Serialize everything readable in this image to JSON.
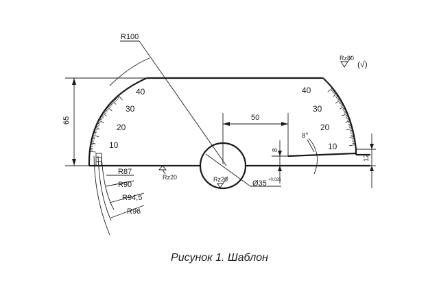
{
  "caption": "Рисунок 1. Шаблон",
  "labels": {
    "r100": "R100",
    "r87": "R87",
    "r90": "R90",
    "r94_5": "R94,5",
    "r96": "R96",
    "dim_65": "65",
    "dim_50": "50",
    "dim_8": "8",
    "dim_12": "12",
    "angle_8": "8°",
    "diameter": "Ø35",
    "diameter_tol": "+0,025",
    "rz20_edge": "Rz20",
    "rz20_hole": "Rz20",
    "rz80": "Rz80",
    "check_mark": "(√)"
  },
  "scale_left": [
    "10",
    "20",
    "30",
    "40"
  ],
  "scale_right": [
    "10",
    "20",
    "30",
    "40"
  ]
}
